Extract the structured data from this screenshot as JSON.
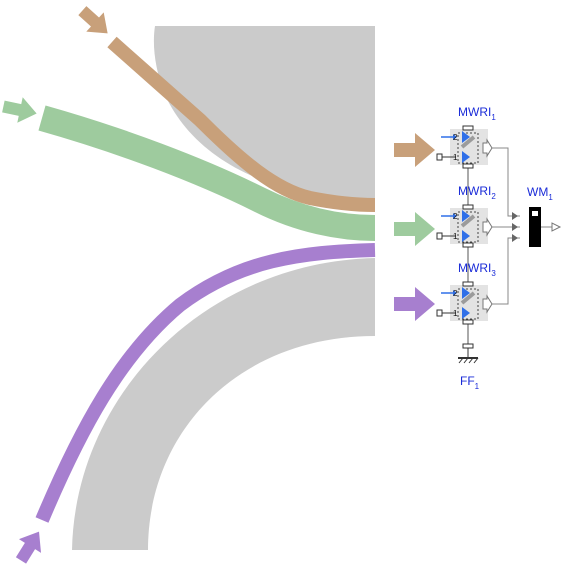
{
  "colors": {
    "roll": "#cbcbcb",
    "strand_top": "#c8a07a",
    "strand_middle": "#9ecb9e",
    "strand_bottom": "#a77fcf",
    "label_blue": "#1a2bd8",
    "component_bg": "#e3e3e3",
    "port_blue": "#2f6fe8"
  },
  "components": {
    "mwri1": {
      "name": "MWRI",
      "index": "1",
      "port_top": "2",
      "port_bottom": "1"
    },
    "mwri2": {
      "name": "MWRI",
      "index": "2",
      "port_top": "2",
      "port_bottom": "1"
    },
    "mwri3": {
      "name": "MWRI",
      "index": "3",
      "port_top": "2",
      "port_bottom": "1"
    },
    "wm1": {
      "name": "WM",
      "index": "1"
    },
    "ff1": {
      "name": "FF",
      "index": "1"
    }
  },
  "icons": [
    "arrow-icon",
    "port-icon",
    "ground-icon"
  ]
}
